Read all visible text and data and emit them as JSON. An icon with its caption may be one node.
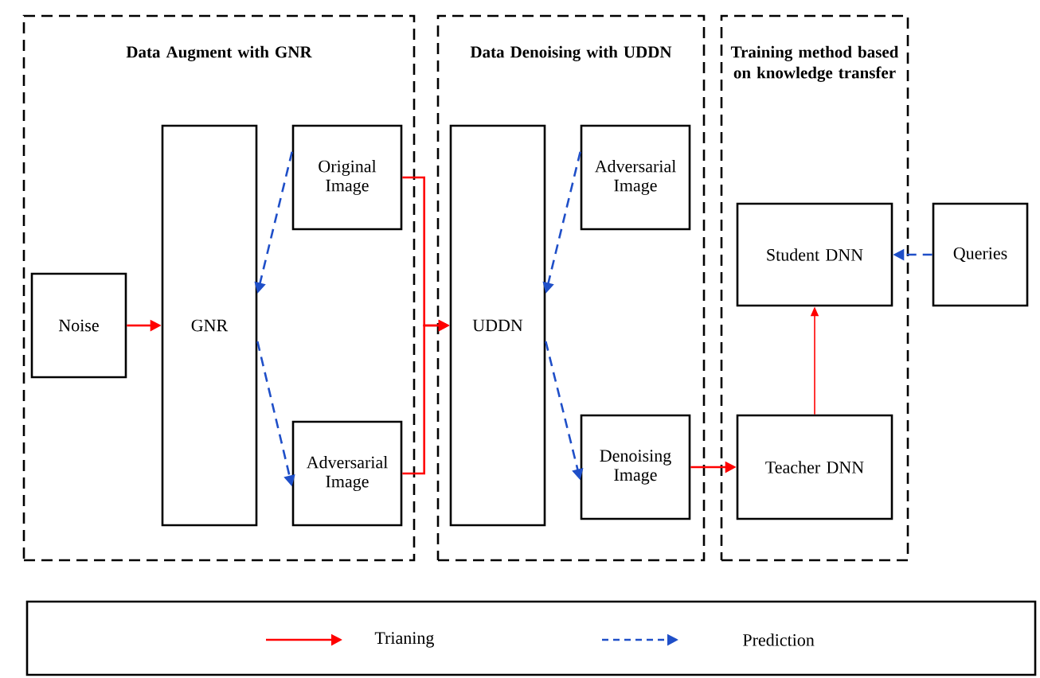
{
  "diagram": {
    "nodes": [
      {
        "text": [
          "Data Augment with GNR"
        ]
      },
      {
        "text": [
          "Data Denoising with UDDN"
        ]
      },
      {
        "text": [
          "Training method based on knowledge transfer"
        ]
      },
      {
        "text": [
          "Noise"
        ],
        "in": 0
      },
      {
        "text": [
          "GNR"
        ],
        "in": 0
      },
      {
        "text": [
          "Original Image"
        ],
        "in": 0
      },
      {
        "text": [
          "Adversarial Image"
        ],
        "in": 0
      },
      {
        "text": [
          "UDDN"
        ],
        "in": 1
      },
      {
        "text": [
          "Adversarial Image"
        ],
        "in": 1
      },
      {
        "text": [
          "Denoising Image"
        ],
        "in": 1
      },
      {
        "text": [
          "Student DNN"
        ],
        "in": 2
      },
      {
        "text": [
          "Teacher DNN"
        ],
        "in": 2
      },
      {
        "text": [
          "Queries"
        ]
      }
    ],
    "edges": [
      {
        "from": 3,
        "to": 4,
        "arrow": "to"
      },
      {
        "from": 5,
        "to": 4,
        "arrow": "to",
        "style": "dashed",
        "color": "#1f4fc8"
      },
      {
        "from": 4,
        "to": 6,
        "arrow": "to",
        "style": "dashed",
        "color": "#1f4fc8"
      },
      {
        "from": 5,
        "to": 7,
        "arrow": "to"
      },
      {
        "from": 6,
        "to": 7,
        "arrow": "to"
      },
      {
        "from": 8,
        "to": 7,
        "arrow": "to",
        "style": "dashed",
        "color": "#1f4fc8"
      },
      {
        "from": 7,
        "to": 9,
        "arrow": "to",
        "style": "dashed",
        "color": "#1f4fc8"
      },
      {
        "from": 9,
        "to": 11,
        "arrow": "to"
      },
      {
        "from": 11,
        "to": 10,
        "arrow": "to"
      },
      {
        "from": 12,
        "to": 10,
        "arrow": "to",
        "style": "dashed",
        "color": "#1f4fc8"
      }
    ],
    "legend": [
      {
        "text": "Trianing"
      },
      {
        "text": "Prediction"
      }
    ]
  }
}
